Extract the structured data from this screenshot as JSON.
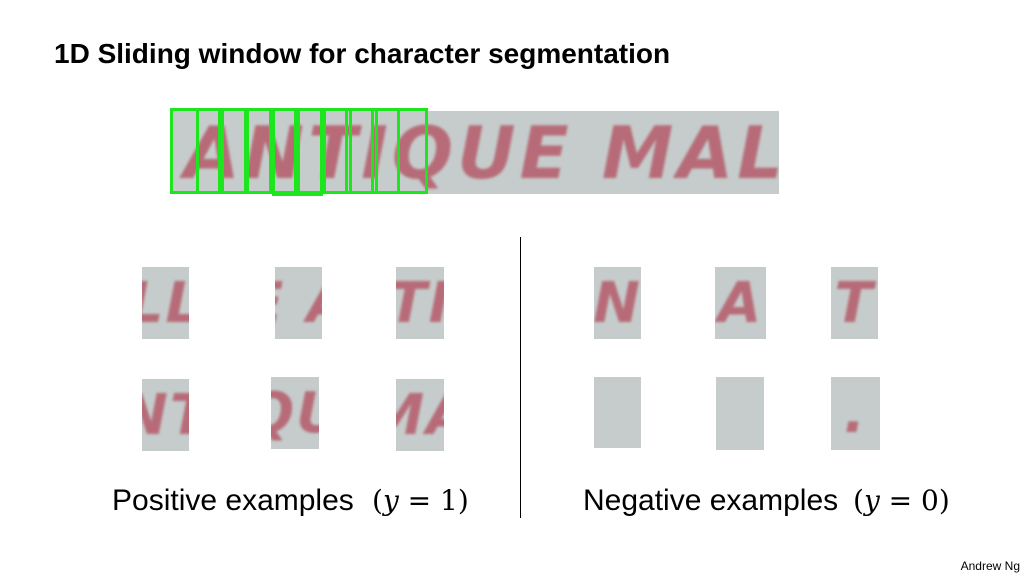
{
  "title": "1D Sliding window for character segmentation",
  "strip": {
    "text": "ANTIQUE MALL",
    "window_count": 9
  },
  "positive": {
    "label": "Positive examples",
    "formula_var": "y",
    "formula_val": "1",
    "patches": [
      "LL",
      "E A",
      "TI",
      "NT",
      "QU",
      "MA"
    ]
  },
  "negative": {
    "label": "Negative examples",
    "formula_var": "y",
    "formula_val": "0",
    "patches": [
      "N",
      "A",
      "T",
      "",
      "",
      "."
    ]
  },
  "credit": "Andrew Ng",
  "colors": {
    "window_border": "#1ee61e",
    "patch_bg": "#c5cccb",
    "text_red": "#b55b6a"
  }
}
